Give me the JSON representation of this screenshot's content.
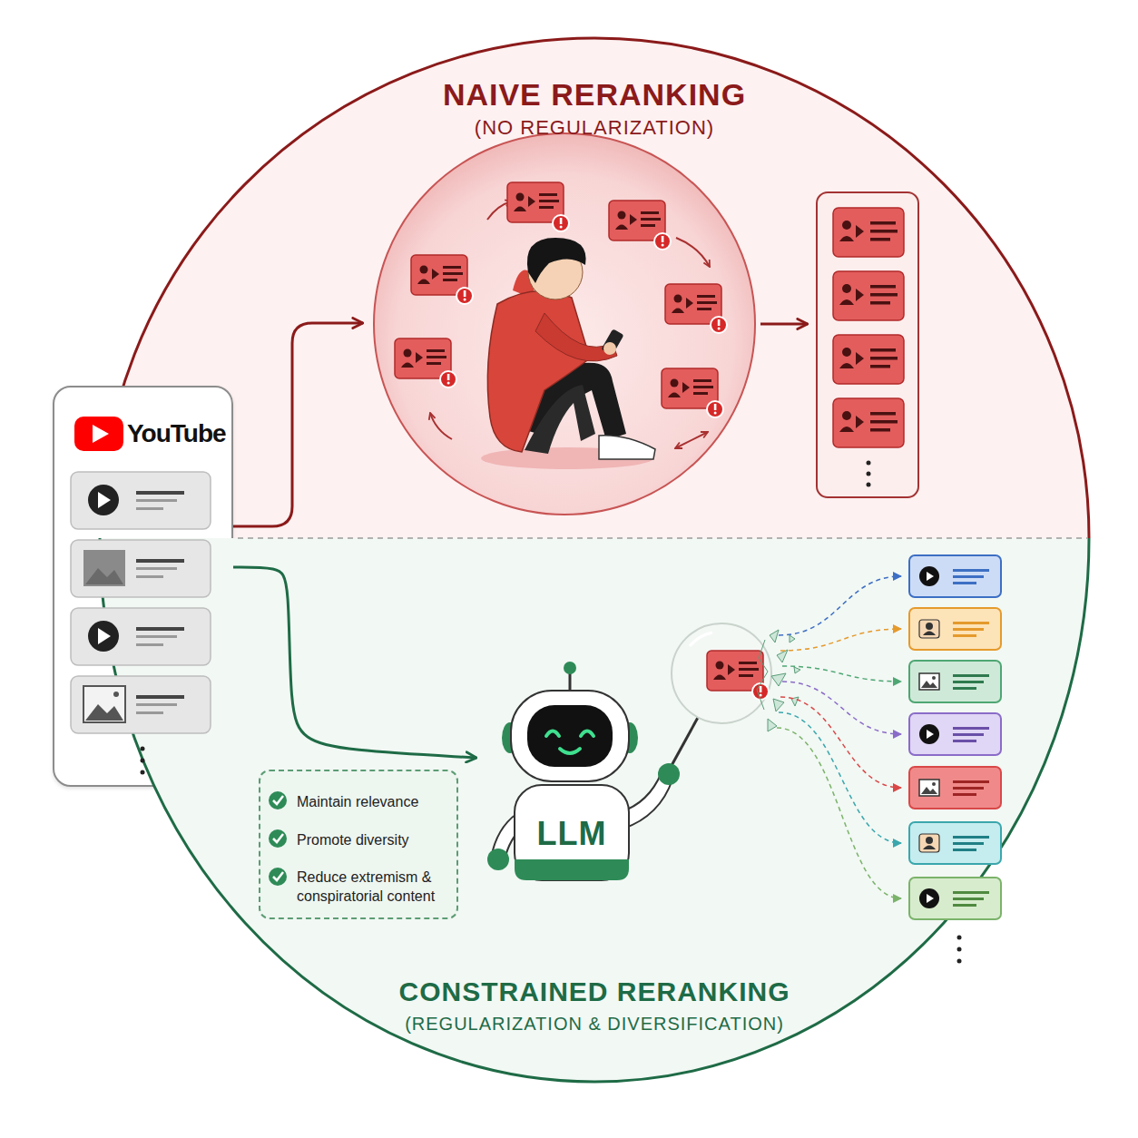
{
  "diagram": {
    "nodes": [
      {
        "text": [
          "NAIVE RERANKING",
          "(NO REGULARIZATION)"
        ]
      },
      {
        "text": [
          "YouTube"
        ]
      },
      {
        "text": [
          "CONSTRAINED RERANKING",
          "(REGULARIZATION & DIVERSIFICATION)"
        ]
      },
      {
        "text": [
          "Maintain relevance",
          "Promote diversity",
          "Reduce extremism & conspiratorial content"
        ],
        "in": 2
      },
      {
        "text": [
          "LLM"
        ],
        "in": 2
      }
    ],
    "edges": [
      {
        "from": 1,
        "to": 4,
        "arrow": "to"
      }
    ]
  }
}
